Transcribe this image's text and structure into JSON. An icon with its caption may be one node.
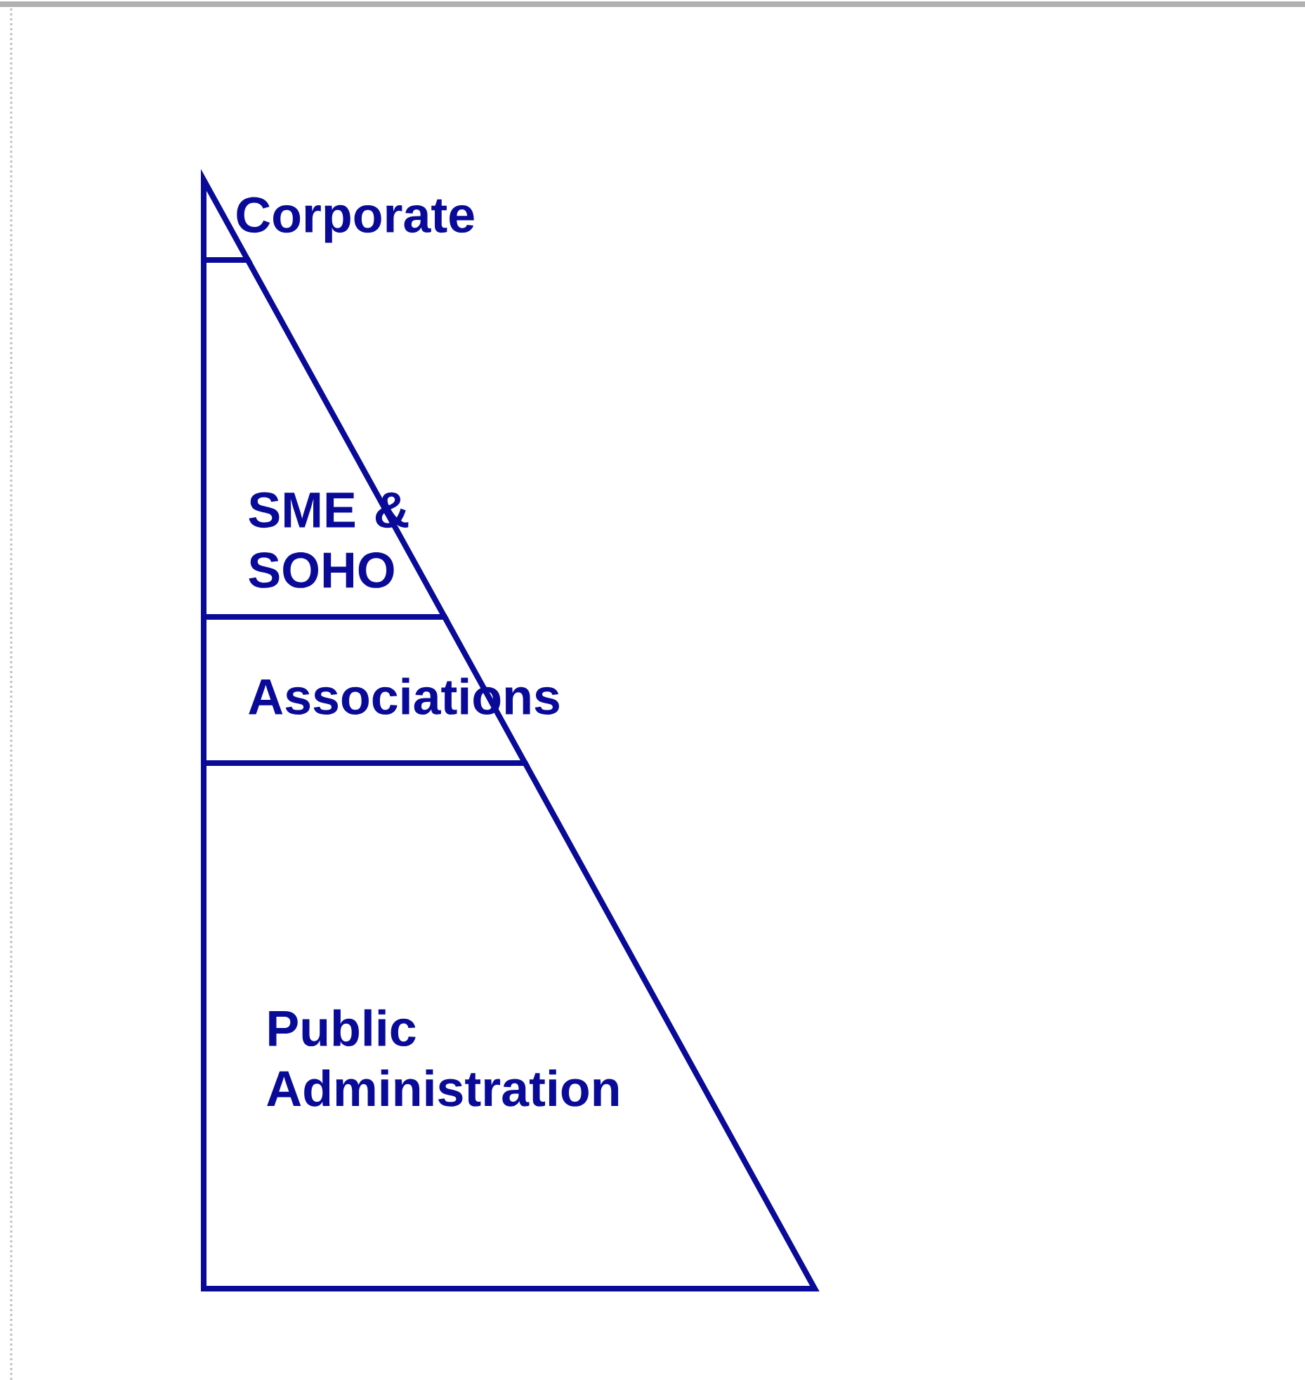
{
  "diagram": {
    "nodes": [
      {
        "text": [
          "Corporate"
        ]
      },
      {
        "text": [
          "SME & SOHO"
        ]
      },
      {
        "text": [
          "Associations"
        ]
      },
      {
        "text": [
          "Public Administration"
        ]
      }
    ]
  }
}
